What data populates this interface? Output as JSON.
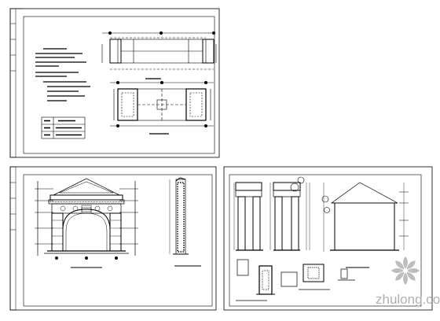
{
  "canvas": {
    "background": "#ffffff",
    "line_color": "#000000"
  },
  "sheets": [
    {
      "id": "sheet-plans",
      "contents": [
        "notes-block",
        "legend-table",
        "roof-plan",
        "floor-plan"
      ]
    },
    {
      "id": "sheet-front-elevation",
      "contents": [
        "gateway-front-elevation",
        "wall-section"
      ]
    },
    {
      "id": "sheet-side-elevation-details",
      "contents": [
        "side-elevation",
        "roof-gable-elevation",
        "details"
      ]
    }
  ],
  "watermark": {
    "text": "zhulong.com",
    "logo": "zhulong-snowflake-logo",
    "color": "#b0b0b0"
  }
}
